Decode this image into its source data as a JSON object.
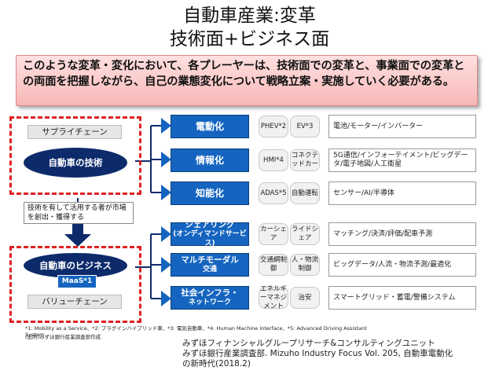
{
  "title_line1": "自動車産業:変革",
  "title_line2": "技術面+ビジネス面",
  "summary_text": "このような変革・変化において、各プレーヤーは、技術面での変革と、事業面での変革との両面を把握しながら、自己の業態変化について戦略立案・実施していく必要がある。",
  "left": {
    "supply_chain": "サプライチェーン",
    "tech_oval": "自動車の技術",
    "mid_note": "技術を有して活用する者が市場を創出・獲得する",
    "business_oval": "自動車のビジネス",
    "maas_badge": "MaaS*1",
    "value_chain": "バリューチェーン"
  },
  "rows": [
    {
      "label": "電動化",
      "label2": "",
      "tag1": "PHEV*2",
      "tag2": "EV*3",
      "detail": "電池/モーター/インバーター"
    },
    {
      "label": "情報化",
      "label2": "",
      "tag1": "HMI*4",
      "tag2": "コネクテッドカー",
      "detail": "5G通信/インフォーテイメント/ビッグデータ/電子地図/人工衛星"
    },
    {
      "label": "知能化",
      "label2": "",
      "tag1": "ADAS*5",
      "tag2": "自動運転",
      "detail": "センサー/AI/半導体"
    },
    {
      "label": "シェアリング",
      "label2": "(オンディマンドサービス)",
      "tag1": "カーシェア",
      "tag2": "ライドシェア",
      "detail": "マッチング/決済/評価/配車予測"
    },
    {
      "label": "マルチモーダル",
      "label2": "交通",
      "tag1": "交通網制御",
      "tag2": "人・物流制御",
      "detail": "ビッグデータ/人流・物流予測/最適化"
    },
    {
      "label": "社会インフラ・",
      "label2": "ネットワーク",
      "tag1": "エネルギーマネジメント",
      "tag2": "治安",
      "detail": "スマートグリッド・蓄電/警備システム"
    }
  ],
  "footnote": "*1: Mobility as a Service、*2: プラグインハイブリッド車、*3: 電気自動車、*4: Human Machine Interface、*5: Advanced Driving Assistant System",
  "footnote_src": "(出所)みずほ銀行産業調査部作成",
  "source_line1": "みずほフィナンシャルグループリサーチ&コンサルティングユニット",
  "source_line2": "みずほ銀行産業調査部. Mizuho Industry Focus Vol. 205, 自動車電動化",
  "source_line3": "の新時代(2018.2)",
  "colors": {
    "dark_navy": "#0d2b6b",
    "row_blue": "#1565c0",
    "dash_red": "#e02020",
    "summary_pink": "#f7b7b7"
  }
}
